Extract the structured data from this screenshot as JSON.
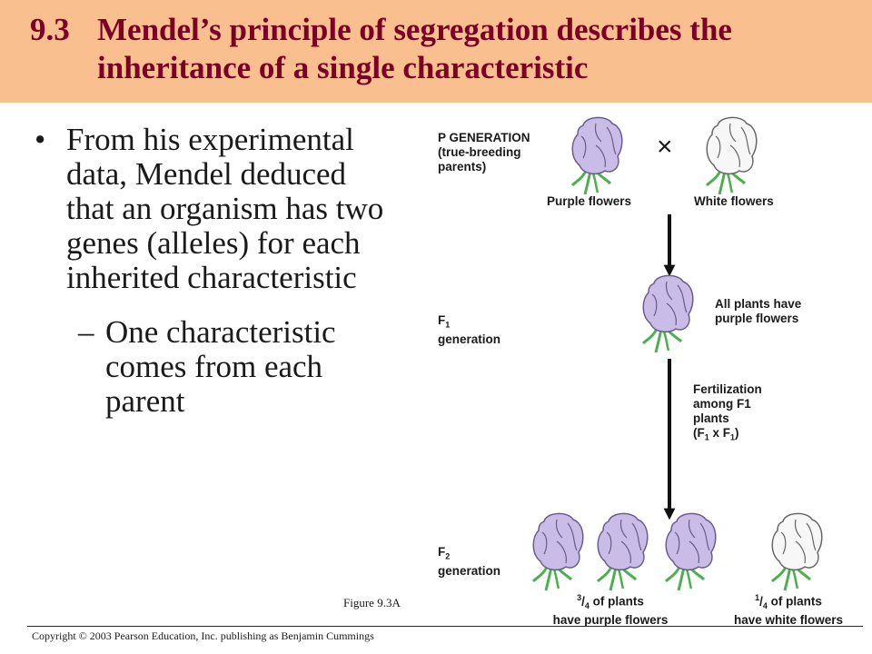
{
  "slide": {
    "title_number": "9.3",
    "title_line1": "Mendel’s principle of segregation describes the",
    "title_line2": "inheritance of a single characteristic",
    "bullet_text": "From his experimental data, Mendel deduced that an organism has two genes (alleles) for each inherited characteristic",
    "sub_bullet_text": "One characteristic comes from each parent",
    "bullet_glyph": "•",
    "sub_bullet_glyph": "–",
    "figure_caption": "Figure 9.3A",
    "copyright": "Copyright © 2003 Pearson Education, Inc. publishing as Benjamin Cummings"
  },
  "diagram": {
    "p_gen_line1": "P GENERATION",
    "p_gen_line2": "(true-breeding",
    "p_gen_line3": "parents)",
    "cross_symbol": "×",
    "purple_label": "Purple flowers",
    "white_label": "White flowers",
    "f1_letter": "F",
    "f1_sub": "1",
    "f1_word": "generation",
    "f1_note_line1": "All plants have",
    "f1_note_line2": "purple flowers",
    "fert_line1": "Fertilization",
    "fert_line2": "among F1",
    "fert_line3": "plants",
    "fert_open": "(F",
    "fert_sub1": "1",
    "fert_x": " x F",
    "fert_sub2": "1",
    "fert_close": ")",
    "f2_letter": "F",
    "f2_sub": "2",
    "f2_word": "generation",
    "ratio_purple_num": "3",
    "ratio_purple_den": "4",
    "ratio_purple_rest": " of plants",
    "ratio_purple_line2": "have purple flowers",
    "ratio_white_num": "1",
    "ratio_white_den": "4",
    "ratio_white_rest": " of plants",
    "ratio_white_line2": "have white flowers"
  },
  "colors": {
    "header_bg": "#f9bf8f",
    "title_text": "#7a0026",
    "purple_petal": "#c9bde8",
    "white_petal": "#f7f7f7",
    "stem": "#4caf50"
  },
  "icons": {
    "purple_flower": "purple-flower-icon",
    "white_flower": "white-flower-icon",
    "arrow": "down-arrow-icon"
  }
}
